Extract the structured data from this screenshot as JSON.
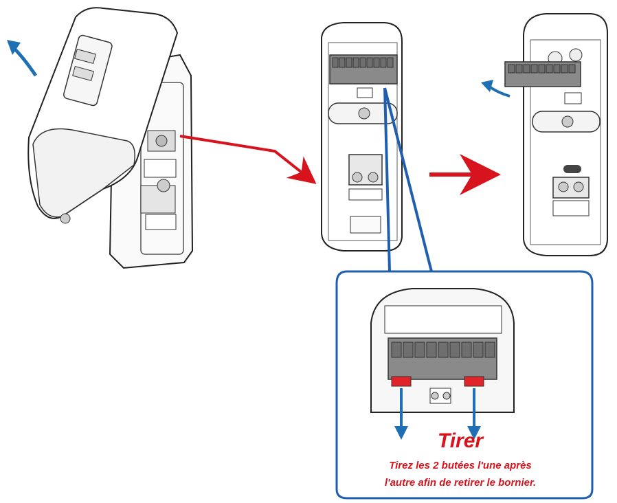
{
  "callout": {
    "title": "Tirer",
    "line1": "Tirez les 2 butées l'une après",
    "line2": "l'autre afin de retirer le bornier."
  },
  "colors": {
    "red_arrow": "#d7141d",
    "blue_arrow": "#1f6fb5",
    "callout_border": "#1f5fae",
    "terminal_block": "#8a8a8a",
    "tab_highlight": "#e0242a"
  }
}
